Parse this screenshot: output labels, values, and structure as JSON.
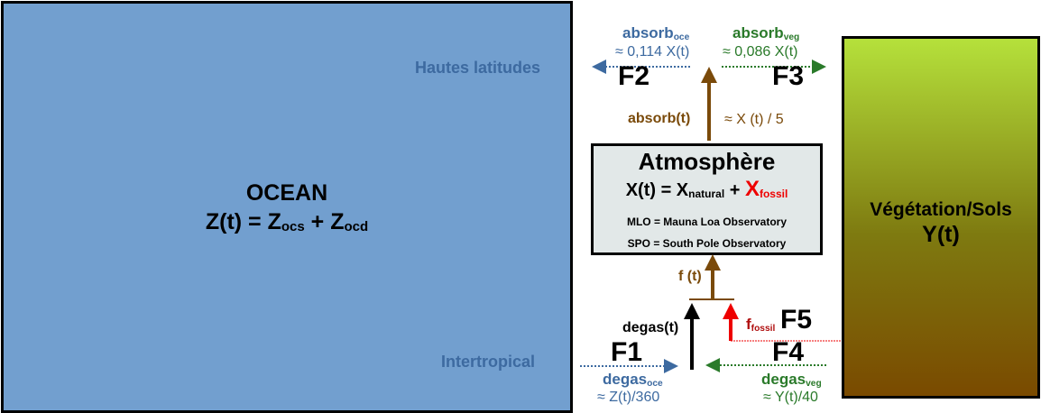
{
  "ocean": {
    "title": "OCEAN",
    "formula_lhs": "Z(t) = Z",
    "sub1": "ocs",
    "plus": " + Z",
    "sub2": "ocd"
  },
  "vegetation": {
    "title": "Végétation/Sols",
    "formula": "Y(t)"
  },
  "atmosphere": {
    "title": "Atmosphère",
    "formula_lhs": "X(t) = X",
    "sub_natural": "natural",
    "plus": " + ",
    "x_fossil": "X",
    "sub_fossil": "fossil",
    "legend": [
      "MLO = Mauna Loa Observatory",
      "SPO = South Pole Observatory"
    ]
  },
  "zones": {
    "high": "Hautes latitudes",
    "tropical": "Intertropical"
  },
  "fluxes": {
    "F1": {
      "label": "F1",
      "name": "degas",
      "sub": "oce",
      "expr": "≈ Z(t)/360"
    },
    "F2": {
      "label": "F2",
      "name": "absorb",
      "sub": "oce",
      "expr": "≈ 0,114 X(t)"
    },
    "F3": {
      "label": "F3",
      "name": "absorb",
      "sub": "veg",
      "expr": "≈ 0,086 X(t)"
    },
    "F4": {
      "label": "F4",
      "name": "degas",
      "sub": "veg",
      "expr": "≈ Y(t)/40"
    },
    "F5": {
      "label": "F5",
      "name": "f",
      "sub": "fossil"
    },
    "absorb": {
      "name": "absorb(t)",
      "expr": "≈ X (t) / 5"
    },
    "degas": {
      "name": "degas(t)"
    },
    "f": {
      "name": "f (t)"
    }
  },
  "colors": {
    "ocean": "#729fcf",
    "blue": "#3d6aa0",
    "green": "#2a7a2a",
    "brown": "#7a4a0a",
    "red": "#e00000"
  }
}
